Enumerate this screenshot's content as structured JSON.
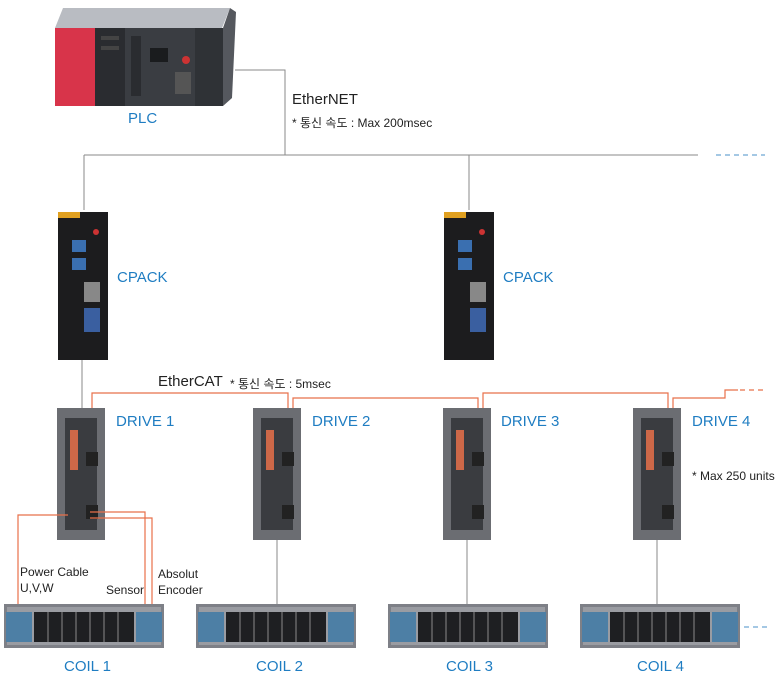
{
  "plc": {
    "label": "PLC"
  },
  "ethernet": {
    "title": "EtherNET",
    "note": "* 통신 속도 : Max 200msec"
  },
  "cpacks": [
    {
      "label": "CPACK"
    },
    {
      "label": "CPACK"
    }
  ],
  "ethercat": {
    "title": "EtherCAT",
    "note": "* 통신 속도 : 5msec"
  },
  "drives": [
    {
      "label": "DRIVE 1"
    },
    {
      "label": "DRIVE 2"
    },
    {
      "label": "DRIVE 3"
    },
    {
      "label": "DRIVE 4"
    }
  ],
  "max_units": "* Max 250 units",
  "connections": {
    "power_cable_line1": "Power Cable",
    "power_cable_line2": "U,V,W",
    "sensor": "Sensor",
    "encoder_line1": "Absolut",
    "encoder_line2": "Encoder"
  },
  "coils": [
    {
      "label": "COIL 1"
    },
    {
      "label": "COIL 2"
    },
    {
      "label": "COIL 3"
    },
    {
      "label": "COIL 4"
    }
  ],
  "colors": {
    "label_blue": "#1f7dc2",
    "ethercat_line": "#e8704a",
    "network_line": "#8a8a8a",
    "dash_blue": "#4a90c8",
    "plc_red": "#d8344a",
    "device_dark": "#1c1c1e"
  }
}
